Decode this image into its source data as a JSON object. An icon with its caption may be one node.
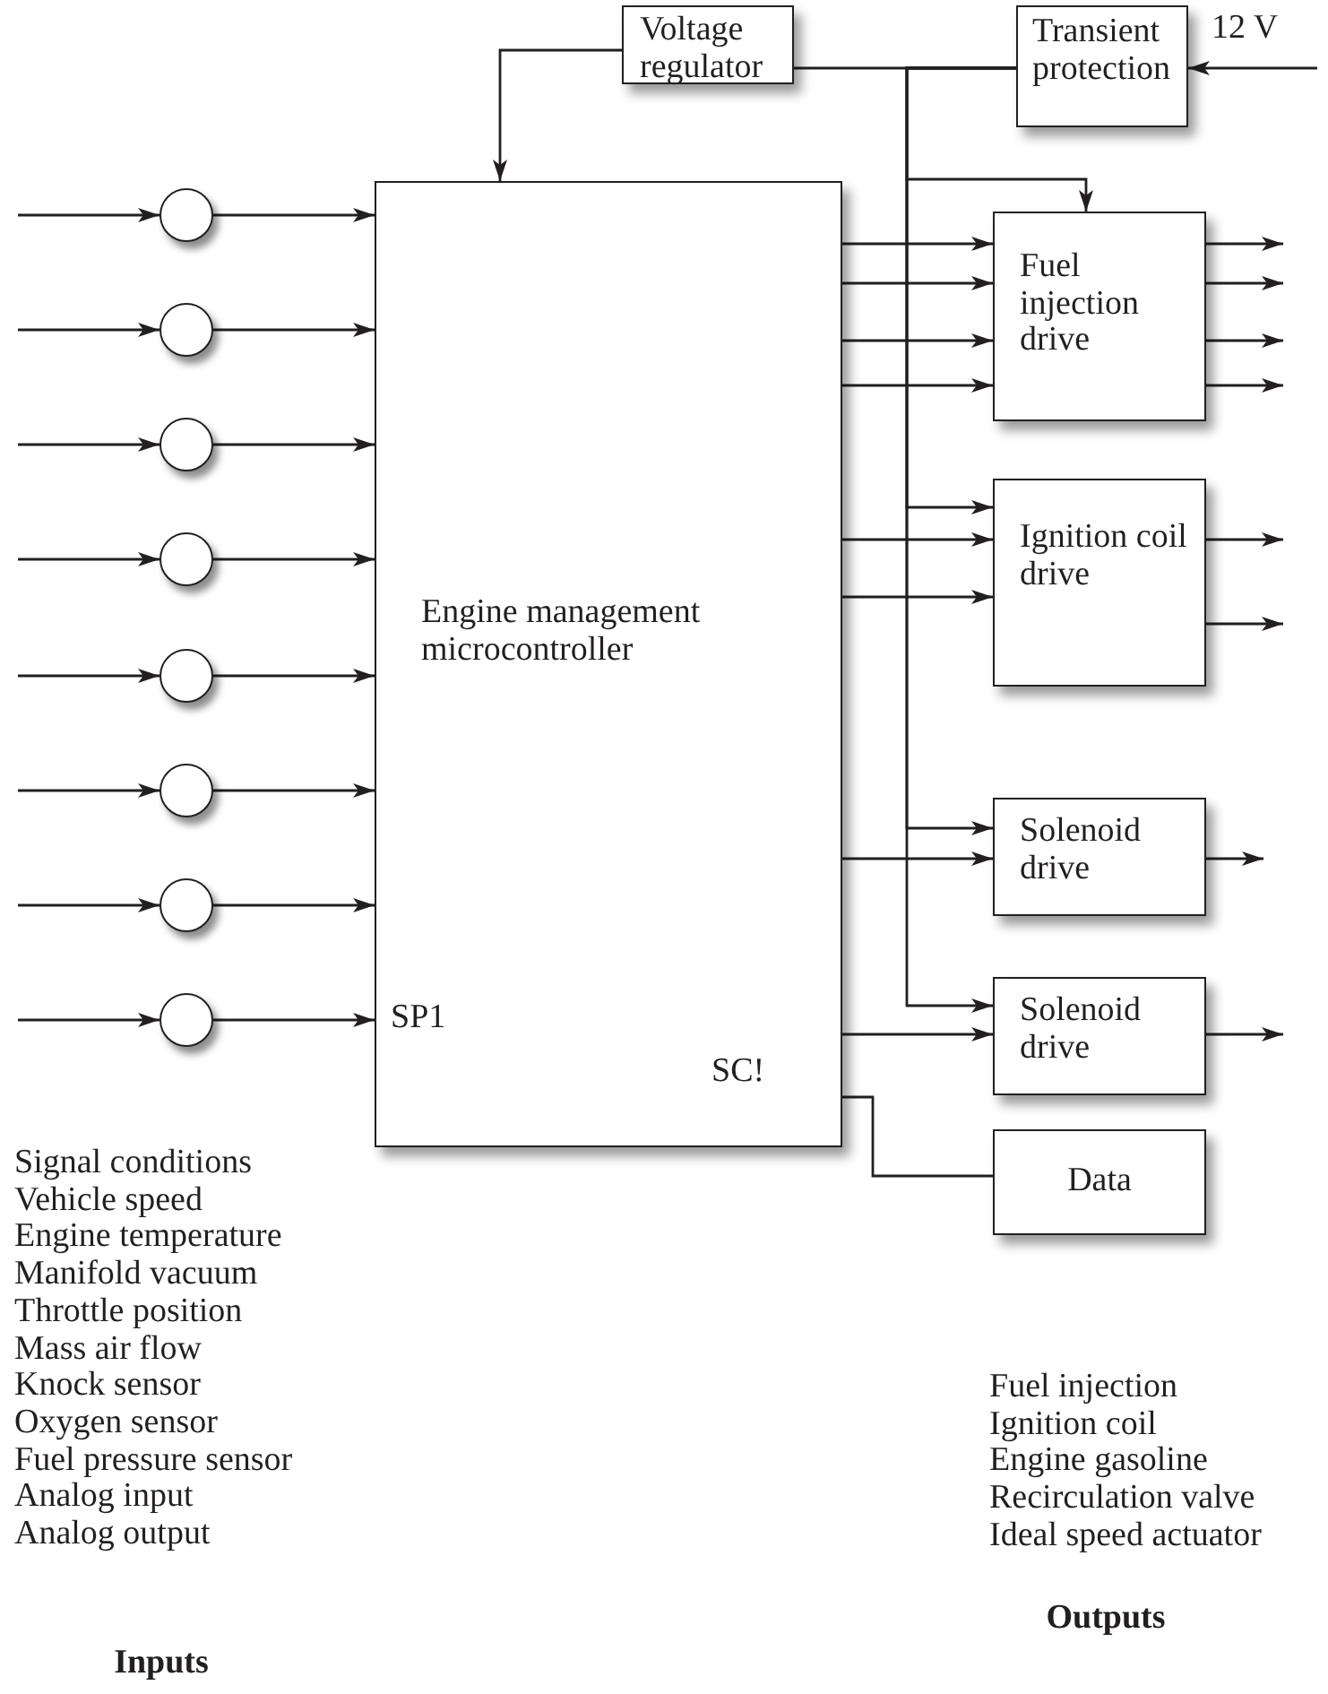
{
  "diagram": {
    "nodes": [
      {
        "text": [
          "Voltage regulator"
        ]
      },
      {
        "text": [
          "Transient protection"
        ]
      },
      {
        "text": [
          "Engine management microcontroller"
        ]
      },
      {
        "text": [
          "Fuel injection drive"
        ]
      },
      {
        "text": [
          "Ignition coil drive"
        ]
      },
      {
        "text": [
          "Solenoid drive"
        ]
      },
      {
        "text": [
          "Solenoid drive"
        ]
      },
      {
        "text": [
          "Data"
        ]
      },
      {
        "text": [],
        "shape": "circle"
      },
      {
        "text": [],
        "shape": "circle"
      },
      {
        "text": [],
        "shape": "circle"
      },
      {
        "text": [],
        "shape": "circle"
      },
      {
        "text": [],
        "shape": "circle"
      },
      {
        "text": [],
        "shape": "circle"
      },
      {
        "text": [],
        "shape": "circle"
      },
      {
        "text": [],
        "shape": "circle"
      }
    ],
    "edges": [
      {
        "from": null,
        "to": 8,
        "arrow": "to"
      },
      {
        "from": null,
        "to": 9,
        "arrow": "to"
      },
      {
        "from": null,
        "to": 10,
        "arrow": "to"
      },
      {
        "from": null,
        "to": 11,
        "arrow": "to"
      },
      {
        "from": null,
        "to": 12,
        "arrow": "to"
      },
      {
        "from": null,
        "to": 13,
        "arrow": "to"
      },
      {
        "from": null,
        "to": 14,
        "arrow": "to"
      },
      {
        "from": null,
        "to": 15,
        "arrow": "to"
      },
      {
        "from": 8,
        "to": 2,
        "arrow": "to"
      },
      {
        "from": 9,
        "to": 2,
        "arrow": "to"
      },
      {
        "from": 10,
        "to": 2,
        "arrow": "to"
      },
      {
        "from": 11,
        "to": 2,
        "arrow": "to"
      },
      {
        "from": 12,
        "to": 2,
        "arrow": "to"
      },
      {
        "from": 13,
        "to": 2,
        "arrow": "to"
      },
      {
        "from": 14,
        "to": 2,
        "arrow": "to"
      },
      {
        "from": 15,
        "to": 2,
        "arrow": "to"
      },
      {
        "from": 0,
        "to": 2,
        "arrow": "to"
      },
      {
        "from": 1,
        "to": 0,
        "arrow": "none"
      },
      {
        "from": 1,
        "to": 3,
        "arrow": "to"
      },
      {
        "from": 1,
        "to": 4,
        "arrow": "to"
      },
      {
        "from": 1,
        "to": 5,
        "arrow": "to"
      },
      {
        "from": 1,
        "to": 6,
        "arrow": "to"
      },
      {
        "from": 2,
        "to": 3,
        "arrow": "to"
      },
      {
        "from": 2,
        "to": 3,
        "arrow": "to"
      },
      {
        "from": 2,
        "to": 3,
        "arrow": "to"
      },
      {
        "from": 2,
        "to": 3,
        "arrow": "to"
      },
      {
        "from": 2,
        "to": 4,
        "arrow": "to"
      },
      {
        "from": 2,
        "to": 4,
        "arrow": "to"
      },
      {
        "from": 2,
        "to": 5,
        "arrow": "to"
      },
      {
        "from": 2,
        "to": 6,
        "arrow": "to"
      },
      {
        "from": 2,
        "to": 7,
        "arrow": "none"
      },
      {
        "from": 3,
        "to": null,
        "arrow": "to"
      },
      {
        "from": 3,
        "to": null,
        "arrow": "to"
      },
      {
        "from": 3,
        "to": null,
        "arrow": "to"
      },
      {
        "from": 3,
        "to": null,
        "arrow": "to"
      },
      {
        "from": 4,
        "to": null,
        "arrow": "to"
      },
      {
        "from": 4,
        "to": null,
        "arrow": "to"
      },
      {
        "from": 5,
        "to": null,
        "arrow": "to"
      },
      {
        "from": 6,
        "to": null,
        "arrow": "to"
      },
      {
        "from": null,
        "to": 1,
        "arrow": "to",
        "label": "12 V"
      }
    ],
    "labels": [
      "SP1",
      "SC!",
      "Signal conditions",
      "Vehicle speed",
      "Engine temperature",
      "Manifold vacuum",
      "Throttle position",
      "Mass air flow",
      "Knock sensor",
      "Oxygen sensor",
      "Fuel pressure sensor",
      "Analog input",
      "Analog output",
      "Inputs",
      "Fuel injection",
      "Ignition coil",
      "Engine gasoline",
      "Recirculation valve",
      "Ideal speed actuator",
      "Outputs"
    ]
  }
}
